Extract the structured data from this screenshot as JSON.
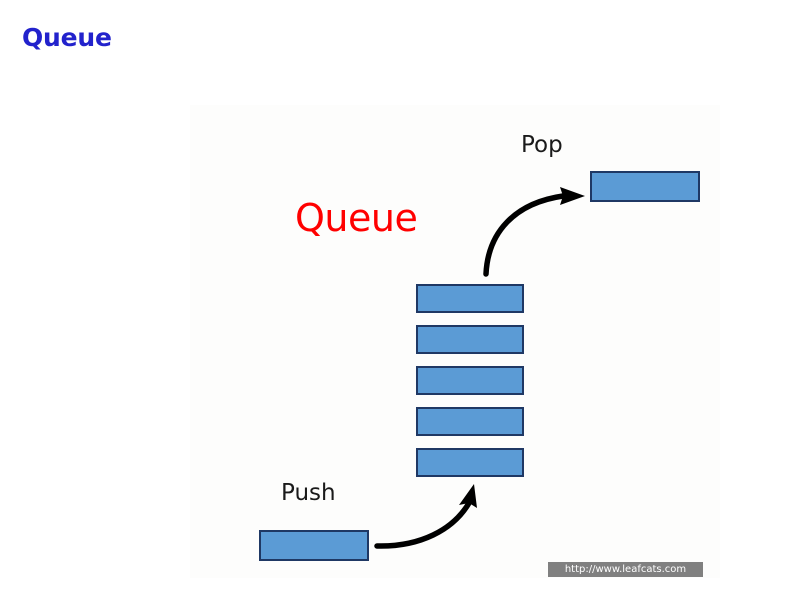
{
  "slide": {
    "title": "Queue",
    "title_color": "#2222cc",
    "background": "#ffffff",
    "panel_background": "#fdfdfc"
  },
  "diagram": {
    "center_label": "Queue",
    "center_label_color": "#ff0000",
    "pop_label": "Pop",
    "push_label": "Push",
    "box_fill": "#5b9bd5",
    "box_border": "#1f3864",
    "stack_count": 5,
    "boxes": [
      {
        "name": "popped-box",
        "role": "dequeued-element"
      },
      {
        "name": "stack-box-1",
        "role": "queue-element"
      },
      {
        "name": "stack-box-2",
        "role": "queue-element"
      },
      {
        "name": "stack-box-3",
        "role": "queue-element"
      },
      {
        "name": "stack-box-4",
        "role": "queue-element"
      },
      {
        "name": "stack-box-5",
        "role": "queue-element"
      },
      {
        "name": "push-box",
        "role": "incoming-element"
      }
    ],
    "arrows": [
      {
        "name": "pop-arrow",
        "from": "queue-top",
        "to": "popped-box"
      },
      {
        "name": "push-arrow",
        "from": "push-box",
        "to": "queue-bottom"
      }
    ]
  },
  "watermark": {
    "text": "http://www.leafcats.com",
    "background": "#808080",
    "color": "#ffffff"
  }
}
